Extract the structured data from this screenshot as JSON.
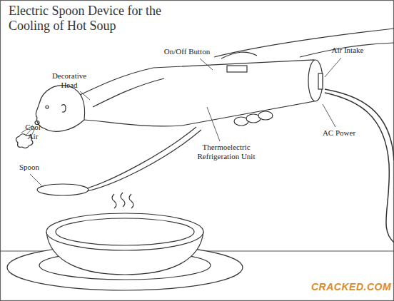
{
  "diagram": {
    "title": "Electric Spoon Device for the Cooling of Hot Soup",
    "labels": [
      "On/Off Button",
      "Air Intake",
      "Decorative Head",
      "Cool Air",
      "AC Power",
      "Thermoelectric Refrigeration Unit",
      "Spoon",
      "CRACKED.COM"
    ]
  }
}
